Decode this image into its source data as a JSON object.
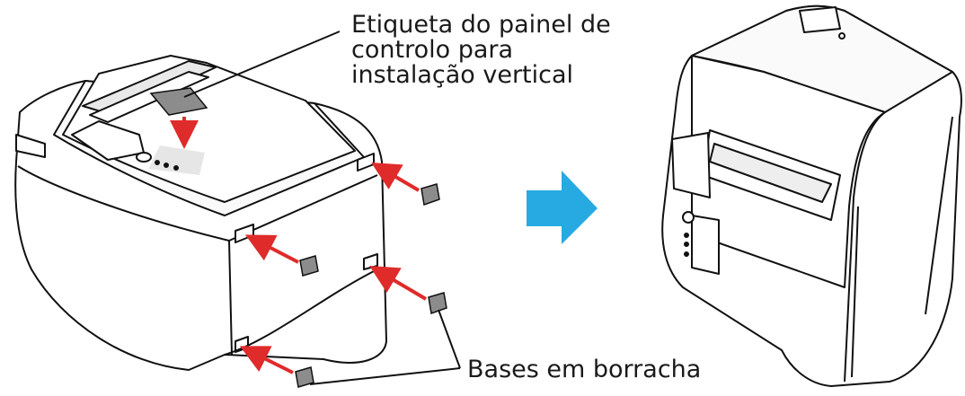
{
  "labels": {
    "control_panel_label_lines": [
      "Etiqueta do painel de",
      "controlo para",
      "instalação vertical"
    ],
    "rubber_feet": "Bases em borracha"
  },
  "colors": {
    "arrow_red": "#e02b2b",
    "direction_arrow": "#27aae1",
    "outline": "#111111",
    "sticker_gray": "#8c8c8c"
  }
}
